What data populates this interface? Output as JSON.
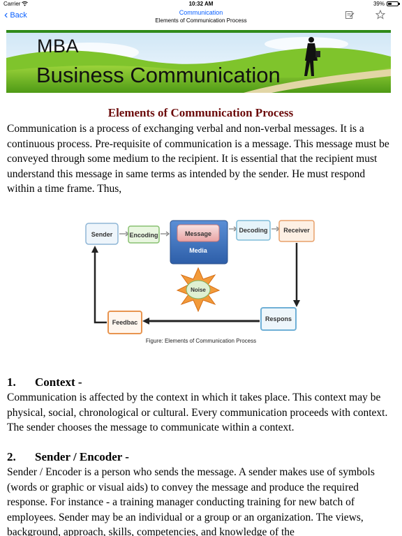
{
  "status_bar": {
    "carrier": "Carrier",
    "time": "10:32 AM",
    "battery_pct": "39%",
    "battery_level": 0.39
  },
  "nav": {
    "back_label": "Back",
    "title": "Communication",
    "subtitle": "Elements of Communication Process",
    "right_icons": [
      "edit-icon",
      "star-icon"
    ]
  },
  "banner": {
    "line1": "MBA",
    "line2": "Business Communication"
  },
  "article": {
    "heading": "Elements of Communication Process",
    "intro": "Communication is a process of exchanging verbal and non-verbal messages. It is a continuous process. Pre-requisite of communication is a message. This message must be conveyed through some medium to the recipient. It is essential that the recipient must understand this message in same terms as intended by the sender. He must respond within a time frame. Thus,",
    "diagram": {
      "nodes": {
        "sender": "Sender",
        "encoding": "Encoding",
        "message": "Message",
        "media": "Media",
        "decoding": "Decoding",
        "receiver": "Receiver",
        "noise": "Noise",
        "feedback": "Feedbac",
        "response": "Respons"
      },
      "caption": "Figure: Elements of Communication Process"
    },
    "sections": [
      {
        "number": "1.",
        "title": "Context -",
        "text": "Communication is affected by the context in which it takes place. This context may be physical, social, chronological or cultural. Every communication proceeds with context. The sender chooses the message to communicate within a context."
      },
      {
        "number": "2.",
        "title": "Sender / Encoder -",
        "text": "Sender / Encoder is a person who sends the message. A sender makes use of symbols (words or graphic or visual aids) to convey the message and produce the required response. For instance - a training manager conducting training for new batch of employees. Sender may be an individual or a group or an organization. The views, background, approach, skills, competencies, and knowledge of the"
      }
    ]
  },
  "colors": {
    "ios_blue": "#0a60ff",
    "heading_red": "#6b0a0a"
  }
}
